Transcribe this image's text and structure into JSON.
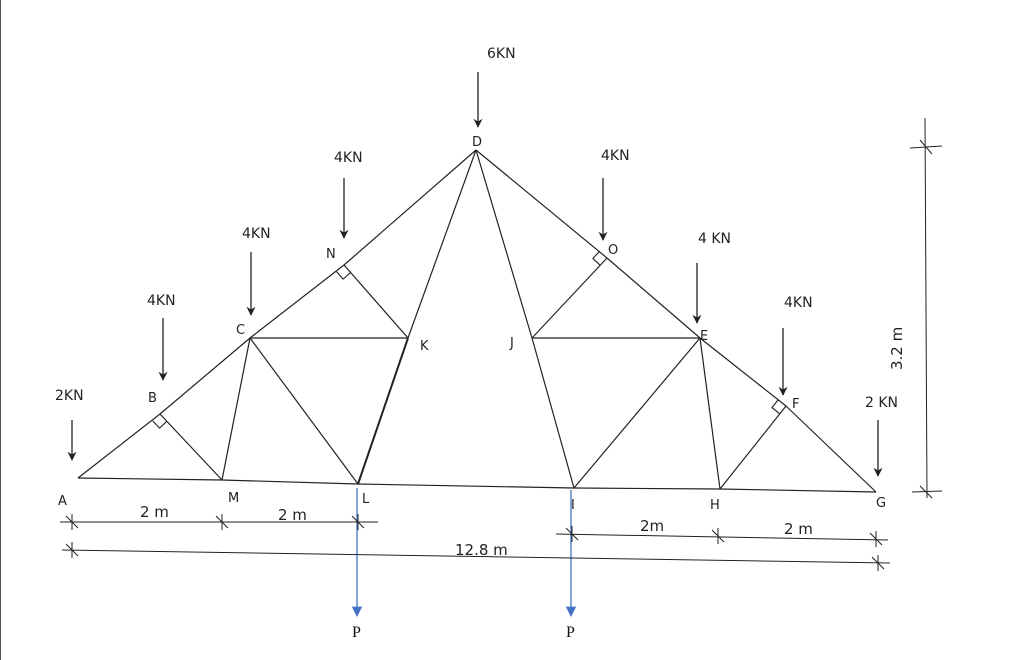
{
  "nodes": [
    {
      "id": "A",
      "label": "A"
    },
    {
      "id": "B",
      "label": "B"
    },
    {
      "id": "C",
      "label": "C"
    },
    {
      "id": "N",
      "label": "N"
    },
    {
      "id": "D",
      "label": "D"
    },
    {
      "id": "O",
      "label": "O"
    },
    {
      "id": "E",
      "label": "E"
    },
    {
      "id": "F",
      "label": "F"
    },
    {
      "id": "G",
      "label": "G"
    },
    {
      "id": "M",
      "label": "M"
    },
    {
      "id": "L",
      "label": "L"
    },
    {
      "id": "K",
      "label": "K"
    },
    {
      "id": "J",
      "label": "J"
    },
    {
      "id": "I",
      "label": "I"
    },
    {
      "id": "H",
      "label": "H"
    }
  ],
  "members": [
    [
      "A",
      "B"
    ],
    [
      "B",
      "C"
    ],
    [
      "C",
      "N"
    ],
    [
      "N",
      "D"
    ],
    [
      "D",
      "O"
    ],
    [
      "O",
      "E"
    ],
    [
      "E",
      "F"
    ],
    [
      "F",
      "G"
    ],
    [
      "A",
      "M"
    ],
    [
      "M",
      "L"
    ],
    [
      "L",
      "I"
    ],
    [
      "I",
      "H"
    ],
    [
      "H",
      "G"
    ],
    [
      "B",
      "M"
    ],
    [
      "M",
      "C"
    ],
    [
      "C",
      "L"
    ],
    [
      "C",
      "K"
    ],
    [
      "N",
      "K"
    ],
    [
      "K",
      "L"
    ],
    [
      "K",
      "D"
    ],
    [
      "D",
      "J"
    ],
    [
      "J",
      "I"
    ],
    [
      "J",
      "O"
    ],
    [
      "J",
      "E"
    ],
    [
      "I",
      "E"
    ],
    [
      "E",
      "H"
    ],
    [
      "H",
      "F"
    ]
  ],
  "loads": [
    {
      "node": "A",
      "label": "2KN"
    },
    {
      "node": "B",
      "label": "4KN"
    },
    {
      "node": "C",
      "label": "4KN"
    },
    {
      "node": "N",
      "label": "4KN"
    },
    {
      "node": "D",
      "label": "6KN"
    },
    {
      "node": "O",
      "label": "4KN"
    },
    {
      "node": "E",
      "label": "4 KN"
    },
    {
      "node": "F",
      "label": "4KN"
    },
    {
      "node": "G",
      "label": "2 KN"
    }
  ],
  "point_loads": [
    {
      "node": "L",
      "label": "P",
      "color": "#4472C4"
    },
    {
      "node": "I",
      "label": "P",
      "color": "#4472C4"
    }
  ],
  "dimensions": {
    "span_AM": "2 m",
    "span_ML": "2 m",
    "span_IH": "2m",
    "span_HG": "2 m",
    "total": "12.8 m",
    "height": "3.2 m"
  }
}
